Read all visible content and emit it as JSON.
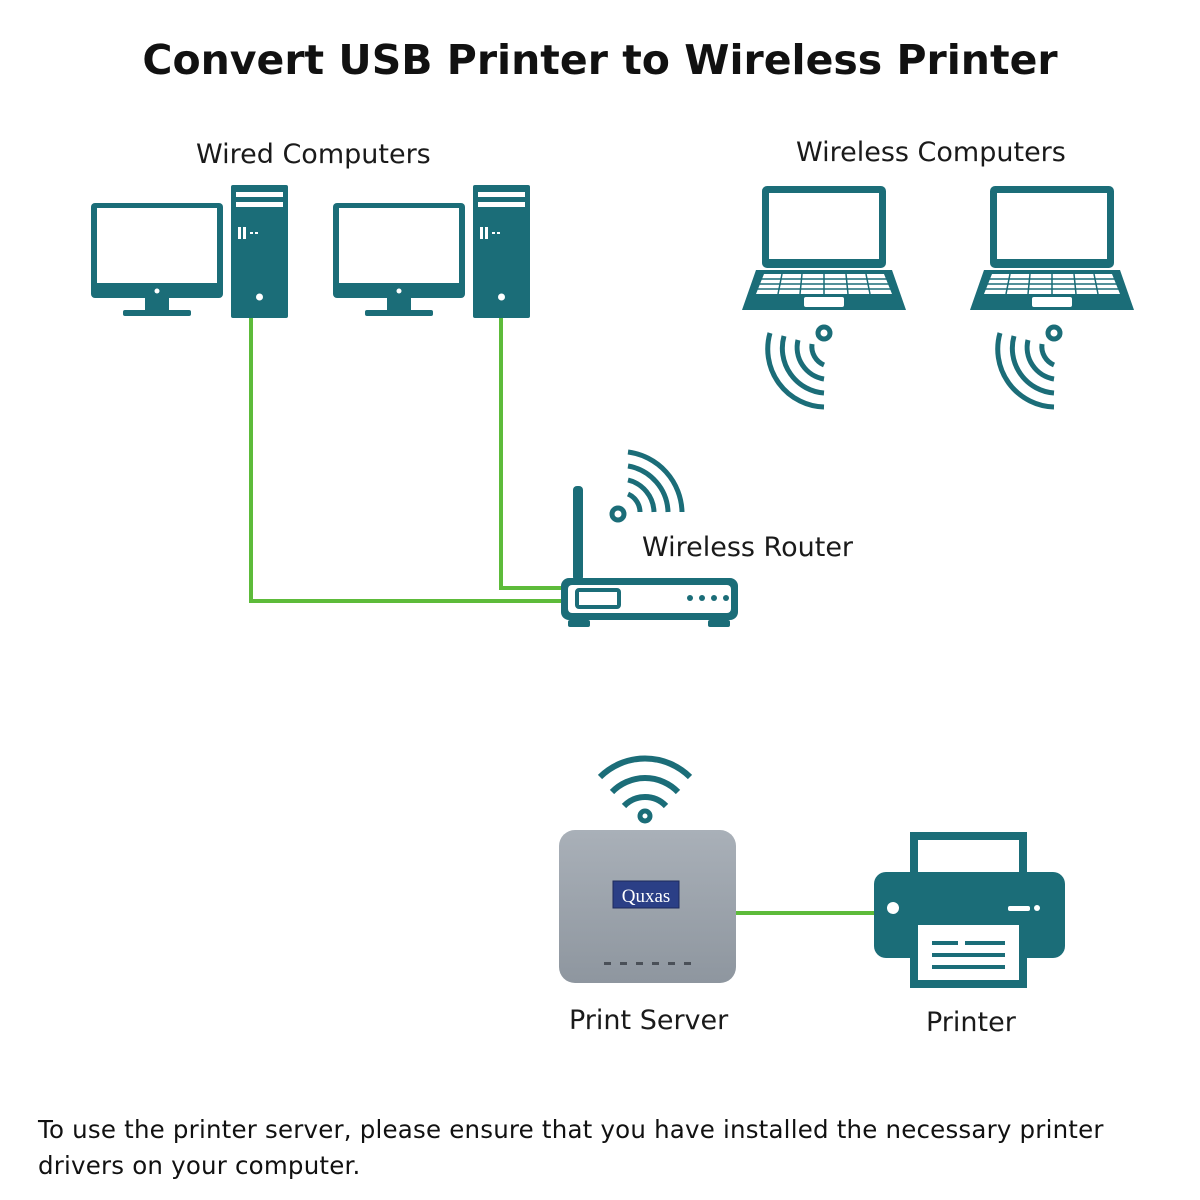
{
  "title": "Convert USB Printer to Wireless Printer",
  "labels": {
    "wired_computers": "Wired Computers",
    "wireless_computers": "Wireless Computers",
    "wireless_router": "Wireless Router",
    "print_server": "Print Server",
    "printer": "Printer"
  },
  "print_server_brand": "Quxas",
  "note": "To use the printer server, please ensure that you have installed the necessary printer drivers on your computer.",
  "colors": {
    "icon": "#1b6d78",
    "cable": "#5dbb3a",
    "server_body": "#9ba3ac",
    "brand_badge": "#2b3f86",
    "text": "#1a1a1a"
  },
  "icons": [
    "desktop-monitor-icon",
    "tower-pc-icon",
    "laptop-icon",
    "wifi-signal-icon",
    "router-icon",
    "print-server-icon",
    "printer-icon"
  ]
}
